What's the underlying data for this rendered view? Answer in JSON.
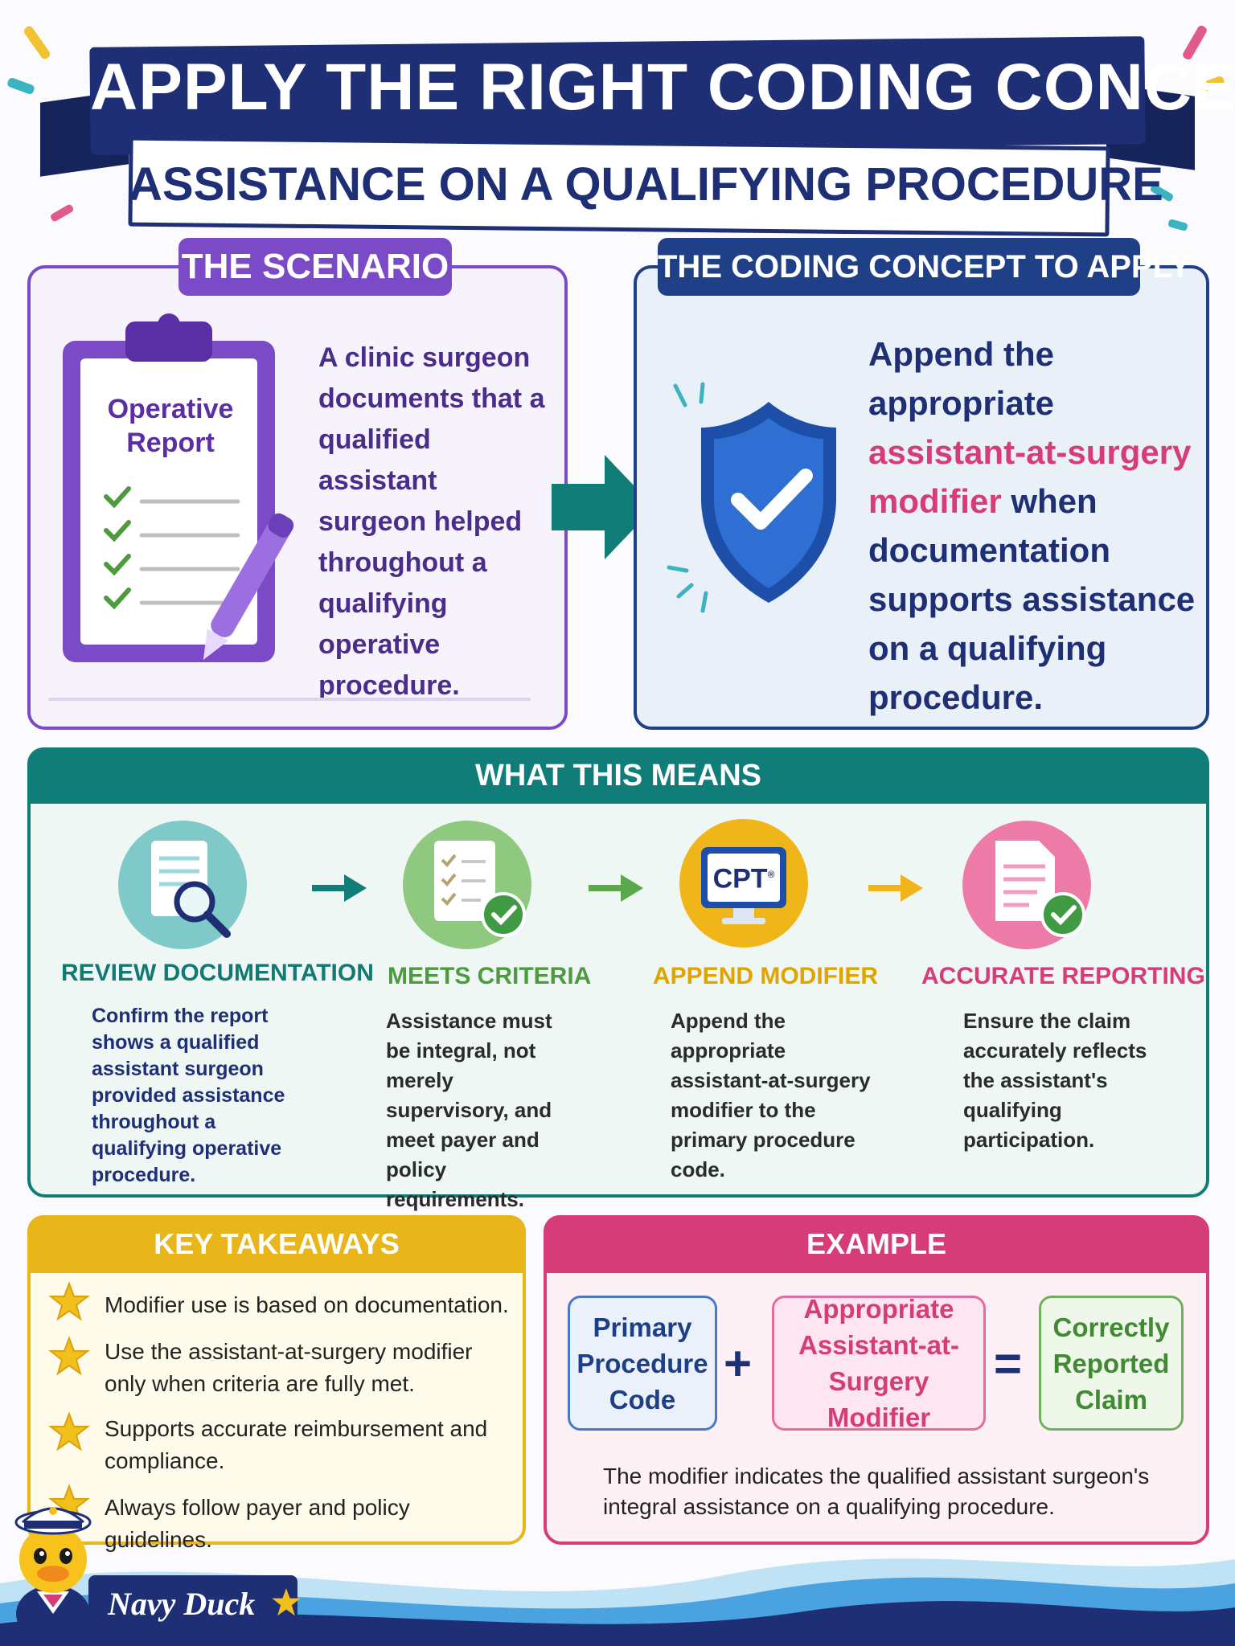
{
  "banner": {
    "title": "APPLY THE RIGHT CODING CONCEPT",
    "subtitle": "ASSISTANCE ON A QUALIFYING PROCEDURE"
  },
  "scenario": {
    "heading": "THE SCENARIO",
    "clipboard_title_line1": "Operative",
    "clipboard_title_line2": "Report",
    "text": "A clinic surgeon documents that a qualified assistant surgeon helped throughout a qualifying operative procedure."
  },
  "concept": {
    "heading": "THE CODING CONCEPT TO APPLY",
    "text_before": "Append the appropriate ",
    "text_highlight": "assistant-at-surgery modifier",
    "text_after": " when documentation supports assistance on a qualifying procedure."
  },
  "means": {
    "heading": "WHAT THIS MEANS",
    "steps": [
      {
        "title": "REVIEW DOCUMENTATION",
        "text": "Confirm the report shows a qualified assistant surgeon provided assistance throughout a qualifying operative procedure.",
        "color": "#137a73"
      },
      {
        "title": "MEETS CRITERIA",
        "text": "Assistance must be integral, not merely supervisory, and meet payer and policy requirements.",
        "color": "#4d9a3f"
      },
      {
        "title": "APPEND MODIFIER",
        "text": "Append the appropriate assistant-at-surgery modifier to the primary procedure code.",
        "color": "#e0a400"
      },
      {
        "title": "ACCURATE REPORTING",
        "text": "Ensure the claim accurately reflects the assistant's qualifying participation.",
        "color": "#d63c78"
      }
    ],
    "cpt_label": "CPT",
    "cpt_mark": "®"
  },
  "takeaways": {
    "heading": "KEY TAKEAWAYS",
    "items": [
      "Modifier use is based on documentation.",
      "Use the assistant-at-surgery modifier only when criteria are fully met.",
      "Supports accurate reimbursement and compliance.",
      "Always follow payer and policy guidelines."
    ]
  },
  "example": {
    "heading": "EXAMPLE",
    "box1": "Primary Procedure Code",
    "plus": "+",
    "box2": "Appropriate Assistant-at-Surgery Modifier",
    "equals": "=",
    "box3": "Correctly Reported Claim",
    "note": "The modifier indicates the qualified assistant surgeon's integral assistance on a qualifying procedure."
  },
  "footer": {
    "brand": "Navy Duck"
  },
  "colors": {
    "navy": "#1e2f75",
    "purple": "#7b4bc7",
    "teal": "#117d78",
    "green": "#4d9a3f",
    "gold": "#e8b51a",
    "pink": "#d63c78"
  }
}
